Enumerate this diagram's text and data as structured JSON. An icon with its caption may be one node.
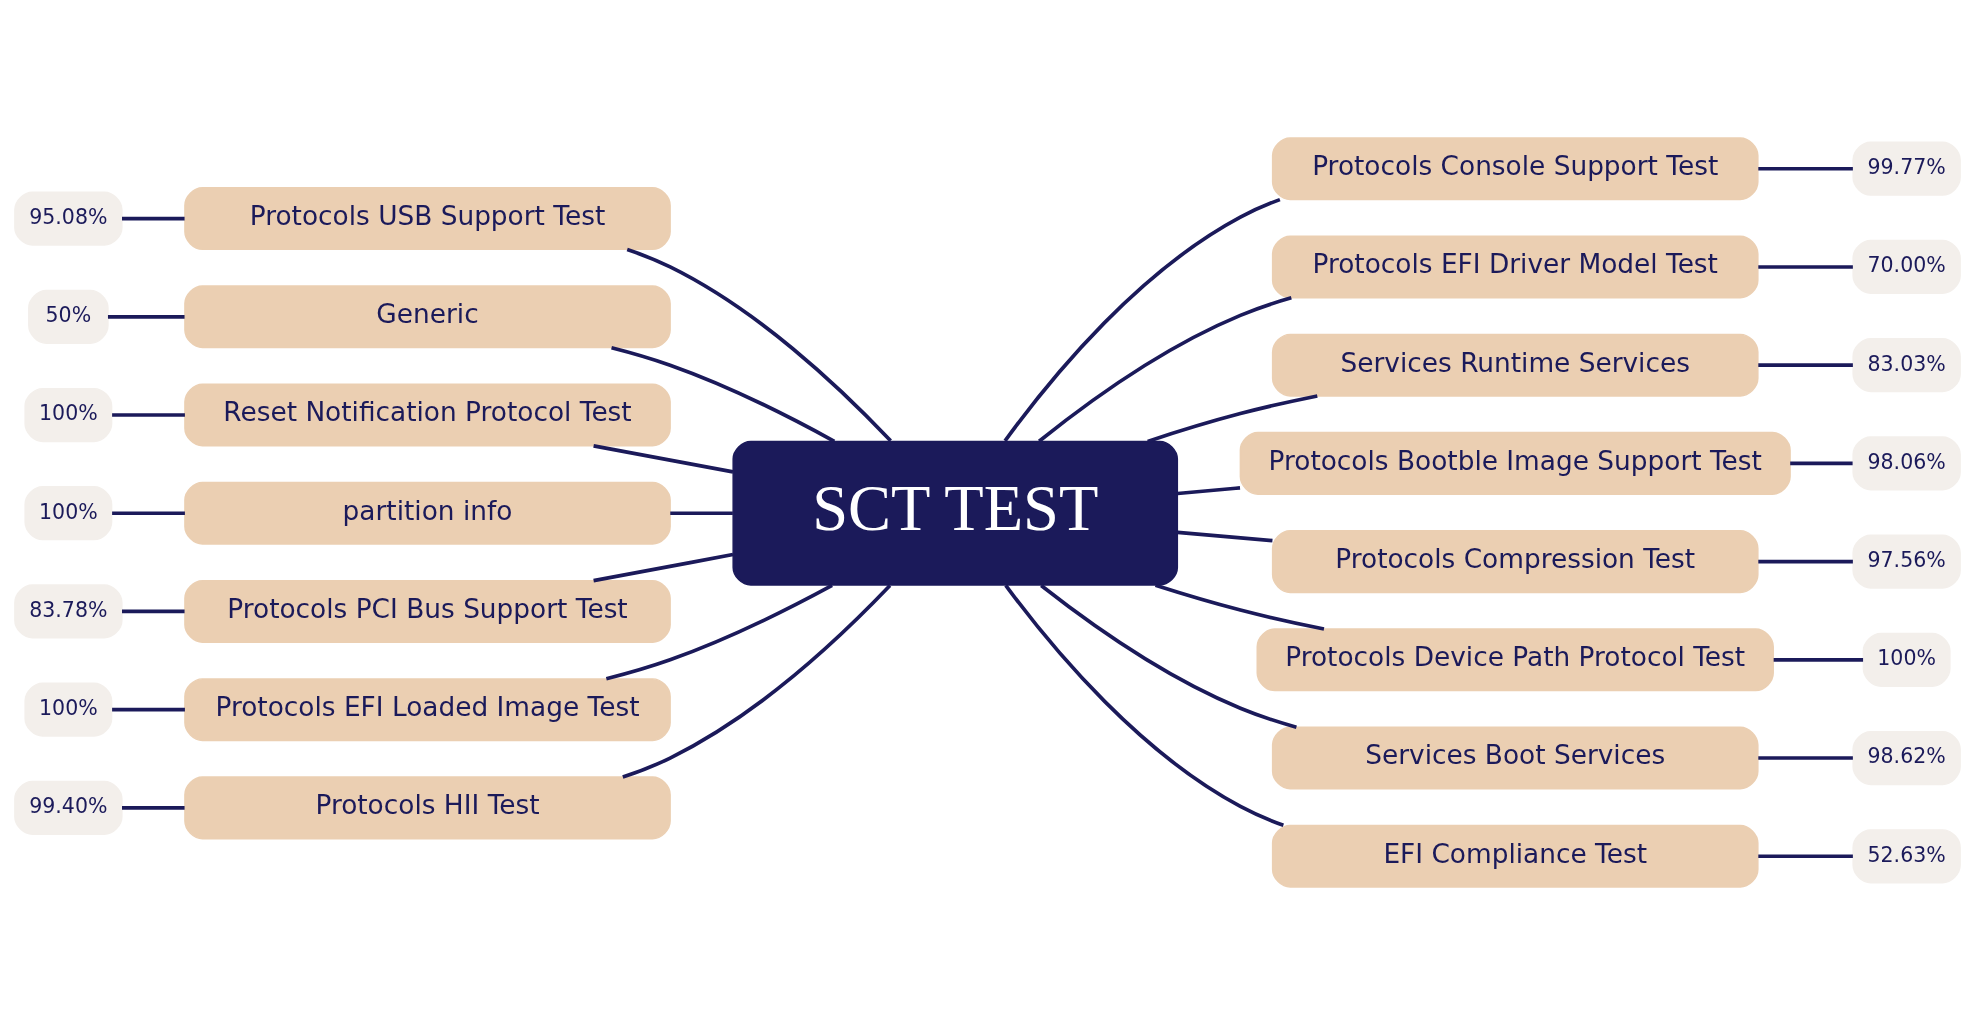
{
  "diagram": {
    "nodes": [
      {
        "text": [
          "SCT TEST"
        ]
      },
      {
        "text": [
          "Protocols USB Support Test"
        ]
      },
      {
        "text": [
          "95.08%"
        ]
      },
      {
        "text": [
          "Generic"
        ]
      },
      {
        "text": [
          "50%"
        ]
      },
      {
        "text": [
          "Reset Notification Protocol Test"
        ]
      },
      {
        "text": [
          "100%"
        ]
      },
      {
        "text": [
          "partition info"
        ]
      },
      {
        "text": [
          "100%"
        ]
      },
      {
        "text": [
          "Protocols PCI Bus Support Test"
        ]
      },
      {
        "text": [
          "83.78%"
        ]
      },
      {
        "text": [
          "Protocols EFI Loaded Image Test"
        ]
      },
      {
        "text": [
          "100%"
        ]
      },
      {
        "text": [
          "Protocols HII Test"
        ]
      },
      {
        "text": [
          "99.40%"
        ]
      },
      {
        "text": [
          "Protocols Console Support Test"
        ]
      },
      {
        "text": [
          "99.77%"
        ]
      },
      {
        "text": [
          "Protocols EFI Driver Model Test"
        ]
      },
      {
        "text": [
          "70.00%"
        ]
      },
      {
        "text": [
          "Services Runtime Services"
        ]
      },
      {
        "text": [
          "83.03%"
        ]
      },
      {
        "text": [
          "Protocols Bootble Image Support Test"
        ]
      },
      {
        "text": [
          "98.06%"
        ]
      },
      {
        "text": [
          "Protocols Compression Test"
        ]
      },
      {
        "text": [
          "97.56%"
        ]
      },
      {
        "text": [
          "Protocols Device Path Protocol Test"
        ]
      },
      {
        "text": [
          "100%"
        ]
      },
      {
        "text": [
          "Services Boot Services"
        ]
      },
      {
        "text": [
          "98.62%"
        ]
      },
      {
        "text": [
          "EFI Compliance Test"
        ]
      },
      {
        "text": [
          "52.63%"
        ]
      }
    ],
    "edges": [
      {
        "from": 2,
        "to": 1,
        "arrow": "none"
      },
      {
        "from": 1,
        "to": 0,
        "arrow": "none"
      },
      {
        "from": 4,
        "to": 3,
        "arrow": "none"
      },
      {
        "from": 3,
        "to": 0,
        "arrow": "none"
      },
      {
        "from": 6,
        "to": 5,
        "arrow": "none"
      },
      {
        "from": 5,
        "to": 0,
        "arrow": "none"
      },
      {
        "from": 8,
        "to": 7,
        "arrow": "none"
      },
      {
        "from": 7,
        "to": 0,
        "arrow": "none"
      },
      {
        "from": 10,
        "to": 9,
        "arrow": "none"
      },
      {
        "from": 9,
        "to": 0,
        "arrow": "none"
      },
      {
        "from": 12,
        "to": 11,
        "arrow": "none"
      },
      {
        "from": 11,
        "to": 0,
        "arrow": "none"
      },
      {
        "from": 14,
        "to": 13,
        "arrow": "none"
      },
      {
        "from": 13,
        "to": 0,
        "arrow": "none"
      },
      {
        "from": 0,
        "to": 15,
        "arrow": "none"
      },
      {
        "from": 15,
        "to": 16,
        "arrow": "none"
      },
      {
        "from": 0,
        "to": 17,
        "arrow": "none"
      },
      {
        "from": 17,
        "to": 18,
        "arrow": "none"
      },
      {
        "from": 0,
        "to": 19,
        "arrow": "none"
      },
      {
        "from": 19,
        "to": 20,
        "arrow": "none"
      },
      {
        "from": 0,
        "to": 21,
        "arrow": "none"
      },
      {
        "from": 21,
        "to": 22,
        "arrow": "none"
      },
      {
        "from": 0,
        "to": 23,
        "arrow": "none"
      },
      {
        "from": 23,
        "to": 24,
        "arrow": "none"
      },
      {
        "from": 0,
        "to": 25,
        "arrow": "none"
      },
      {
        "from": 25,
        "to": 26,
        "arrow": "none"
      },
      {
        "from": 0,
        "to": 27,
        "arrow": "none"
      },
      {
        "from": 27,
        "to": 28,
        "arrow": "none"
      },
      {
        "from": 0,
        "to": 29,
        "arrow": "none"
      },
      {
        "from": 29,
        "to": 30,
        "arrow": "none"
      }
    ]
  }
}
